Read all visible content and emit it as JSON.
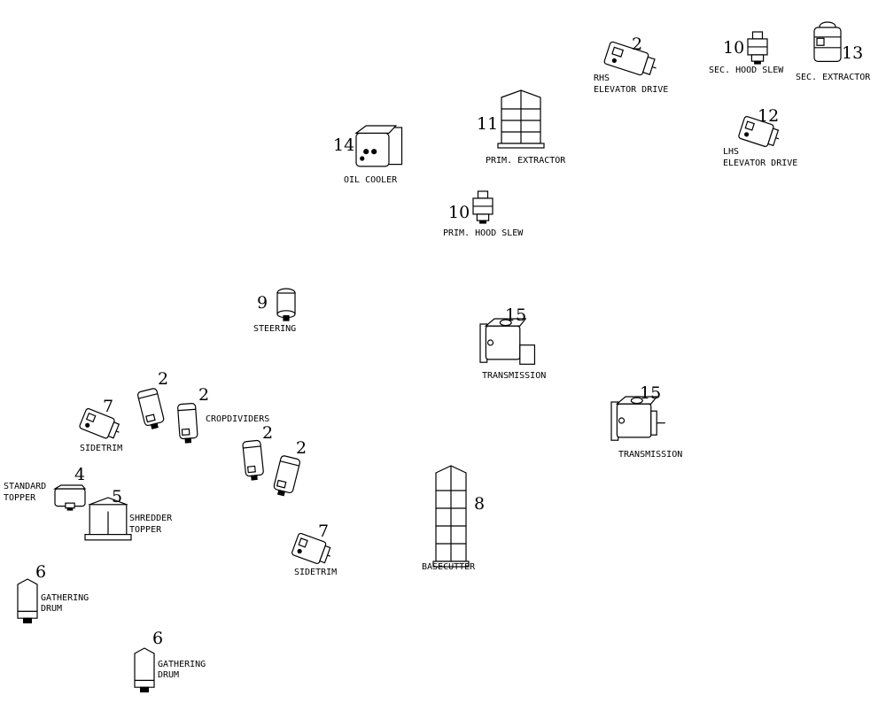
{
  "components": [
    {
      "id": "rhs-elevator-drive",
      "number": "2",
      "label": [
        "RHS",
        "ELEVATOR DRIVE"
      ]
    },
    {
      "id": "sec-hood-slew",
      "number": "10",
      "label": [
        "SEC. HOOD SLEW"
      ]
    },
    {
      "id": "sec-extractor",
      "number": "13",
      "label": [
        "SEC. EXTRACTOR"
      ]
    },
    {
      "id": "prim-extractor",
      "number": "11",
      "label": [
        "PRIM. EXTRACTOR"
      ]
    },
    {
      "id": "oil-cooler",
      "number": "14",
      "label": [
        "OIL COOLER"
      ]
    },
    {
      "id": "lhs-elevator-drive",
      "number": "12",
      "label": [
        "LHS",
        "ELEVATOR DRIVE"
      ]
    },
    {
      "id": "prim-hood-slew",
      "number": "10",
      "label": [
        "PRIM. HOOD SLEW"
      ]
    },
    {
      "id": "steering",
      "number": "9",
      "label": [
        "STEERING"
      ]
    },
    {
      "id": "transmission-1",
      "number": "15",
      "label": [
        "TRANSMISSION"
      ]
    },
    {
      "id": "transmission-2",
      "number": "15",
      "label": [
        "TRANSMISSION"
      ]
    },
    {
      "id": "sidetrim-1",
      "number": "7",
      "label": [
        "SIDETRIM"
      ]
    },
    {
      "id": "cropdivider-1",
      "number": "2",
      "label": []
    },
    {
      "id": "cropdivider-2",
      "number": "2",
      "label": [
        "CROPDIVIDERS"
      ]
    },
    {
      "id": "cropdivider-3",
      "number": "2",
      "label": []
    },
    {
      "id": "cropdivider-4",
      "number": "2",
      "label": []
    },
    {
      "id": "standard-topper",
      "number": "4",
      "label": [
        "STANDARD",
        "TOPPER"
      ]
    },
    {
      "id": "shredder-topper",
      "number": "5",
      "label": [
        "SHREDDER",
        "TOPPER"
      ]
    },
    {
      "id": "basecutter",
      "number": "8",
      "label": [
        "BASECUTTER"
      ]
    },
    {
      "id": "sidetrim-2",
      "number": "7",
      "label": [
        "SIDETRIM"
      ]
    },
    {
      "id": "gathering-drum-1",
      "number": "6",
      "label": [
        "GATHERING",
        "DRUM"
      ]
    },
    {
      "id": "gathering-drum-2",
      "number": "6",
      "label": [
        "GATHERING",
        "DRUM"
      ]
    }
  ]
}
